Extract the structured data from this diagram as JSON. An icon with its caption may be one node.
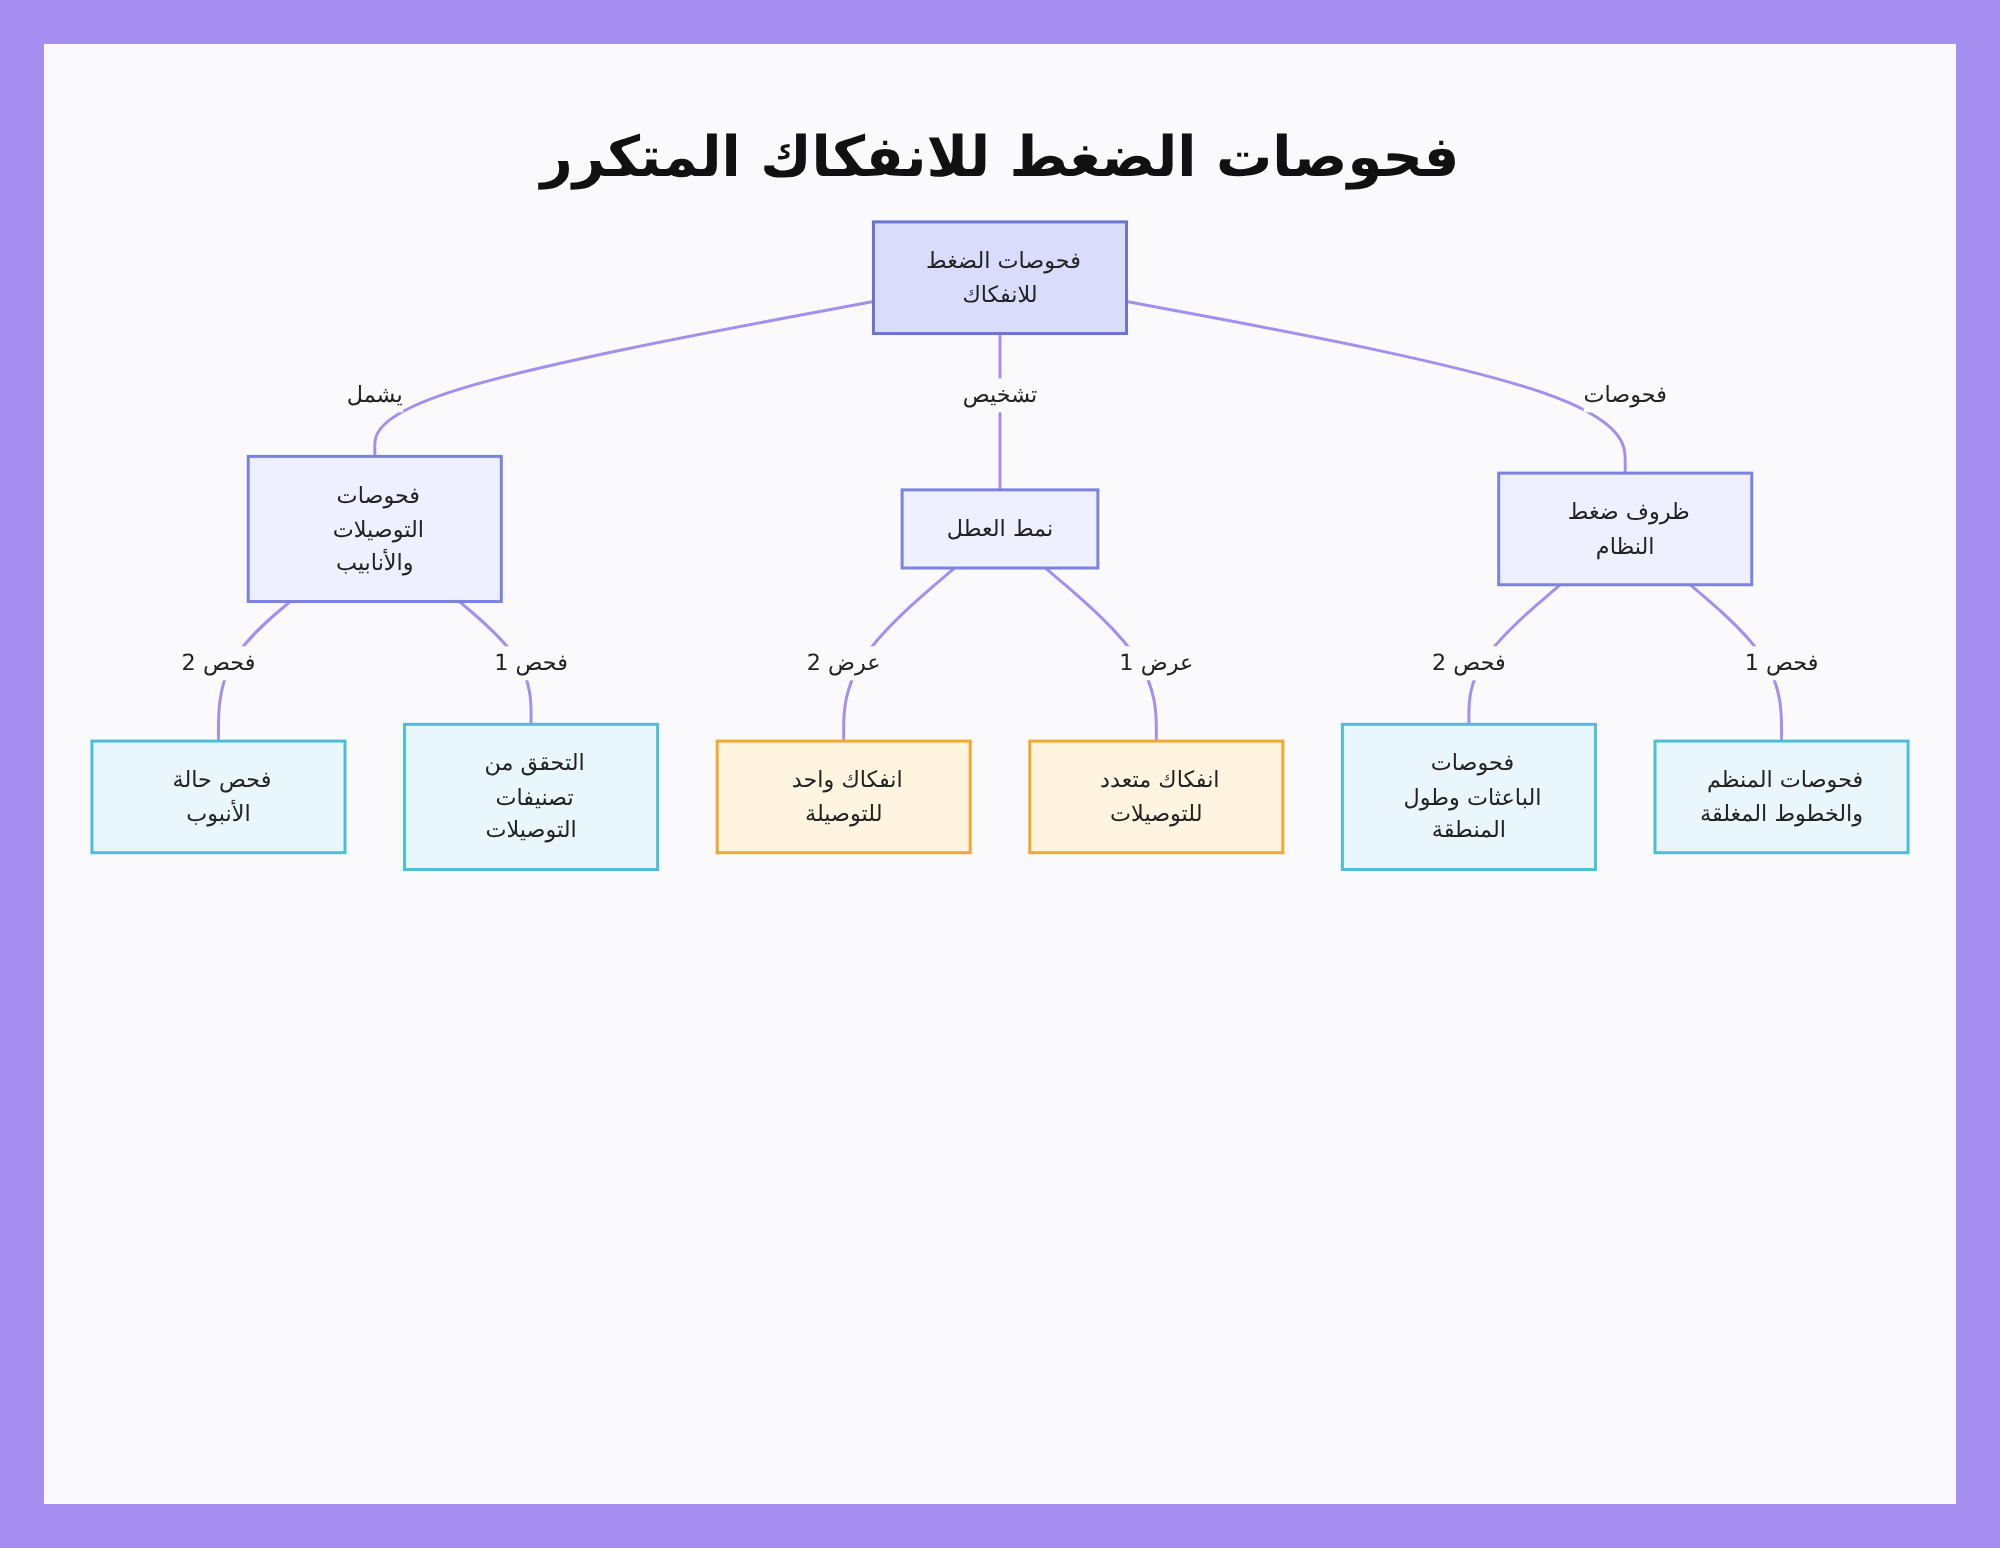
{
  "diagram": {
    "title": "فحوصات الضغط للانفكاك المتكرر",
    "nodes": [
      {
        "text": [
          "فحوصات الضغط للانفكاك"
        ]
      },
      {
        "text": [
          "فحوصات التوصيلات والأنابيب"
        ]
      },
      {
        "text": [
          "نمط العطل"
        ]
      },
      {
        "text": [
          "ظروف ضغط النظام"
        ]
      },
      {
        "text": [
          "فحص حالة الأنبوب"
        ]
      },
      {
        "text": [
          "التحقق من تصنيفات التوصيلات"
        ]
      },
      {
        "text": [
          "انفكاك واحد للتوصيلة"
        ]
      },
      {
        "text": [
          "انفكاك متعدد للتوصيلات"
        ]
      },
      {
        "text": [
          "فحوصات الباعثات وطول المنطقة"
        ]
      },
      {
        "text": [
          "فحوصات المنظم والخطوط المغلقة"
        ]
      }
    ],
    "edges": [
      {
        "from": 0,
        "to": 1,
        "arrow": "none",
        "label": "يشمل"
      },
      {
        "from": 0,
        "to": 2,
        "arrow": "none",
        "label": "تشخيص"
      },
      {
        "from": 0,
        "to": 3,
        "arrow": "none",
        "label": "فحوصات"
      },
      {
        "from": 1,
        "to": 4,
        "arrow": "none",
        "label": "فحص 2"
      },
      {
        "from": 1,
        "to": 5,
        "arrow": "none",
        "label": "فحص 1"
      },
      {
        "from": 2,
        "to": 6,
        "arrow": "none",
        "label": "عرض 2"
      },
      {
        "from": 2,
        "to": 7,
        "arrow": "none",
        "label": "عرض 1"
      },
      {
        "from": 3,
        "to": 8,
        "arrow": "none",
        "label": "فحص 2"
      },
      {
        "from": 3,
        "to": 9,
        "arrow": "none",
        "label": "فحص 1"
      }
    ]
  }
}
